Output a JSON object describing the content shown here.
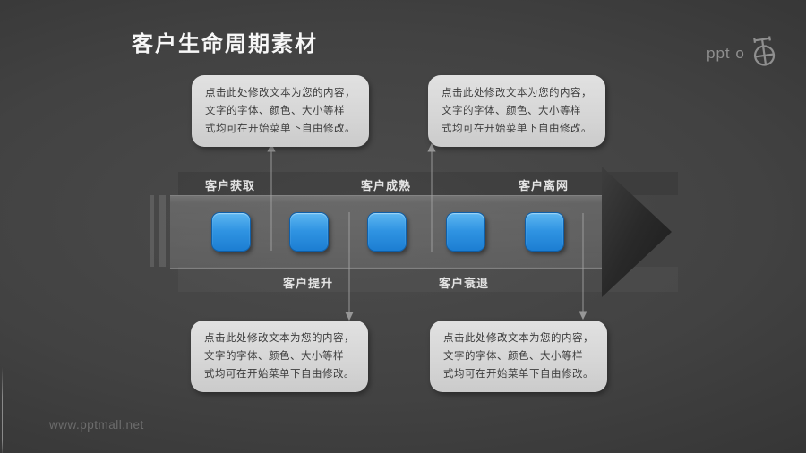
{
  "page": {
    "title": "客户生命周期素材"
  },
  "brand": {
    "logo_text": "ppt o",
    "logo_icon": "pocket-watch-icon",
    "watermark": "www.pptmall.net"
  },
  "lifecycle": {
    "type": "horizontal-arrow-timeline",
    "arrow_direction": "right",
    "node_color": "#2f93e2",
    "stages": [
      {
        "label": "客户获取",
        "label_position": "top"
      },
      {
        "label": "客户提升",
        "label_position": "bottom"
      },
      {
        "label": "客户成熟",
        "label_position": "top"
      },
      {
        "label": "客户衰退",
        "label_position": "bottom"
      },
      {
        "label": "客户离网",
        "label_position": "top"
      }
    ]
  },
  "callouts": [
    {
      "id": "top-left",
      "text": "点击此处修改文本为您的内容，\n文字的字体、颜色、大小等样\n式均可在开始菜单下自由修改。"
    },
    {
      "id": "top-right",
      "text": "点击此处修改文本为您的内容，\n文字的字体、颜色、大小等样\n式均可在开始菜单下自由修改。"
    },
    {
      "id": "bottom-left",
      "text": "点击此处修改文本为您的内容，\n文字的字体、颜色、大小等样\n式均可在开始菜单下自由修改。"
    },
    {
      "id": "bottom-right",
      "text": "点击此处修改文本为您的内容，\n文字的字体、颜色、大小等样\n式均可在开始菜单下自由修改。"
    }
  ],
  "colors": {
    "callout_bg": "#d9d9d9",
    "node_blue": "#2f93e2",
    "background": "#3c3c3c"
  }
}
